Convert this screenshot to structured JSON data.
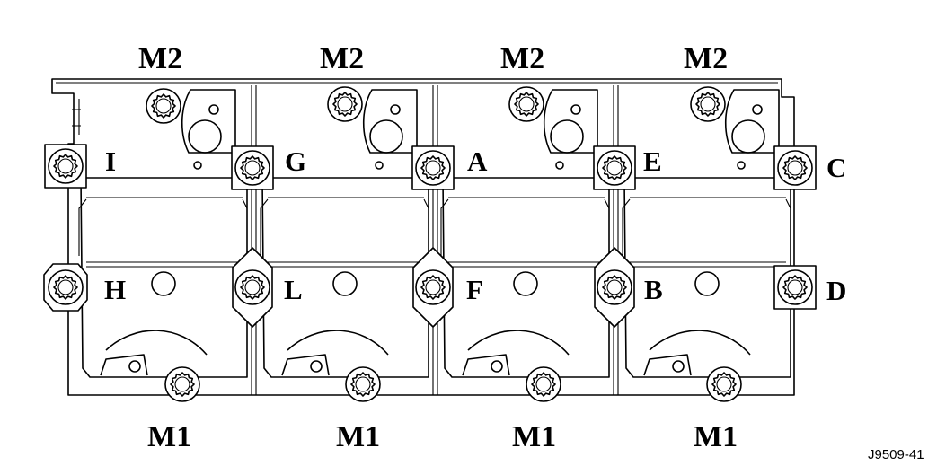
{
  "diagram": {
    "top_labels": [
      "M2",
      "M2",
      "M2",
      "M2"
    ],
    "bottom_labels": [
      "M1",
      "M1",
      "M1",
      "M1"
    ],
    "upper_row_labels": [
      "I",
      "G",
      "A",
      "E",
      "C"
    ],
    "lower_row_labels": [
      "H",
      "L",
      "F",
      "B",
      "D"
    ],
    "reference": "J9509-41"
  }
}
